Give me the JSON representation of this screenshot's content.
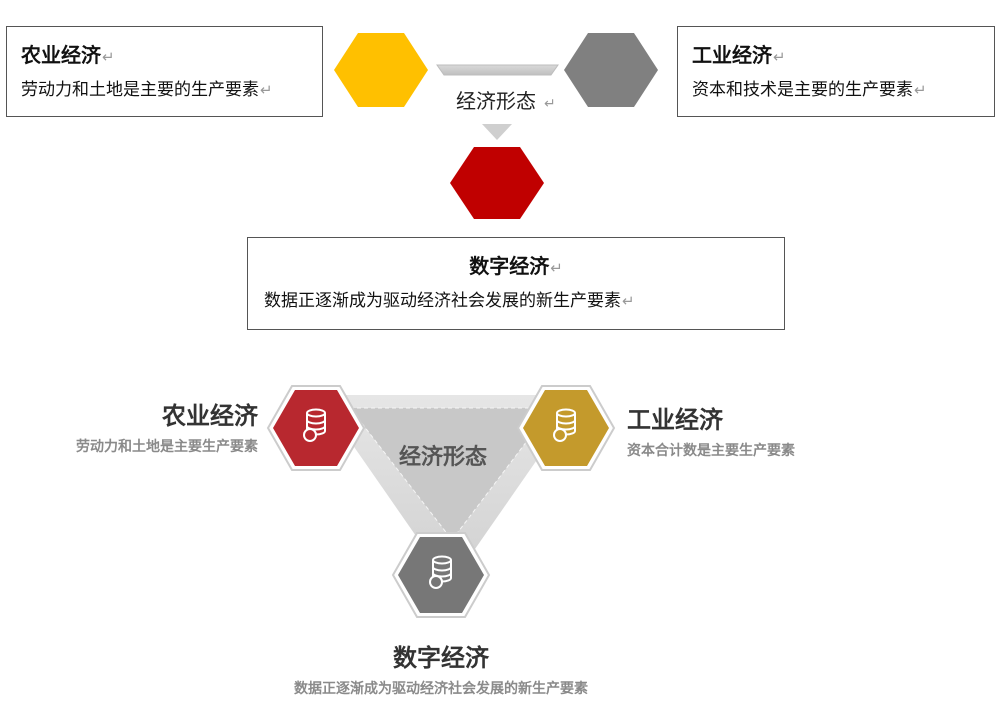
{
  "top": {
    "agri": {
      "title": "农业经济",
      "desc": "劳动力和土地是主要的生产要素"
    },
    "industrial": {
      "title": "工业经济",
      "desc": "资本和技术是主要的生产要素"
    },
    "center_label": "经济形态",
    "digital": {
      "title": "数字经济",
      "desc": "数据正逐渐成为驱动经济社会发展的新生产要素"
    },
    "return_mark": "↵"
  },
  "bottom": {
    "agri": {
      "title": "农业经济",
      "desc": "劳动力和土地是主要生产要素"
    },
    "industrial": {
      "title": "工业经济",
      "desc": "资本合计数是主要生产要素"
    },
    "center_label": "经济形态",
    "digital": {
      "title": "数字经济",
      "desc": "数据正逐渐成为驱动经济社会发展的新生产要素"
    }
  },
  "colors": {
    "yellow_hex": "#FFC000",
    "grey_hex": "#808080",
    "red_hex": "#C00000",
    "red_icon_hex": "#B8282F",
    "gold_icon_hex": "#C49A2C",
    "grey_icon_hex": "#777777"
  },
  "icons": [
    "database-icon",
    "database-icon",
    "database-icon"
  ]
}
